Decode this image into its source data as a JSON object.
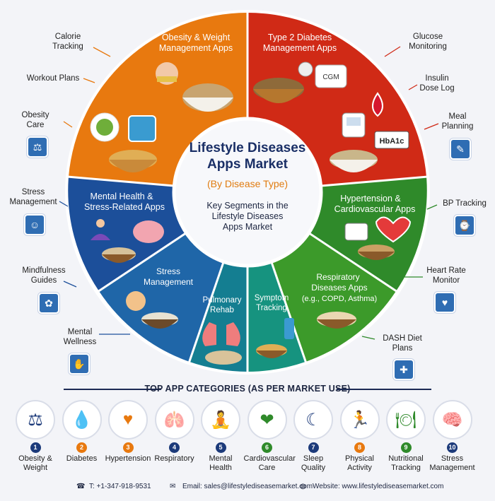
{
  "center": {
    "title_line1": "Lifestyle Diseases",
    "title_line2": "Apps Market",
    "subtitle": "(By Disease Type)",
    "desc_line1": "Key Segments in the",
    "desc_line2": "Lifestyle Diseases",
    "desc_line3": "Apps Market"
  },
  "segments": {
    "obesity": {
      "l1": "Obesity & Weight",
      "l2": "Management Apps",
      "color": "#e8790f"
    },
    "diabetes": {
      "l1": "Type 2 Diabetes",
      "l2": "Management Apps",
      "color": "#d02a16"
    },
    "hypertension": {
      "l1": "Hypertension &",
      "l2": "Cardiovascular Apps",
      "color": "#2f8a2a"
    },
    "respiratory": {
      "l1": "Respiratory",
      "l2": "Diseases Apps",
      "l3": "(e.g., COPD, Asthma)",
      "color": "#3c9a2a"
    },
    "symptom": {
      "l1": "Symptom",
      "l2": "Tracking",
      "color": "#16937f"
    },
    "pulmonary": {
      "l1": "Pulmonary",
      "l2": "Rehab",
      "color": "#147e91"
    },
    "stress": {
      "l1": "Stress",
      "l2": "Management",
      "color": "#1f66a8"
    },
    "mental": {
      "l1": "Mental Health &",
      "l2": "Stress-Related Apps",
      "color": "#1c4f9a"
    },
    "cgm": "CGM",
    "hba1c": "HbA1c"
  },
  "side_labels": {
    "calorie": [
      "Calorie",
      "Tracking"
    ],
    "workout": [
      "Workout Plans"
    ],
    "obesity_care": [
      "Obesity",
      "Care"
    ],
    "stress_mgmt": [
      "Stress",
      "Management"
    ],
    "mindfulness": [
      "Mindfulness",
      "Guides"
    ],
    "mental_wellness": [
      "Mental",
      "Wellness"
    ],
    "glucose": [
      "Glucose",
      "Monitoring"
    ],
    "insulin": [
      "Insulin",
      "Dose Log"
    ],
    "meal": [
      "Meal",
      "Planning"
    ],
    "bp": [
      "BP Tracking"
    ],
    "heart_rate": [
      "Heart Rate",
      "Monitor"
    ],
    "dash": [
      "DASH Diet",
      "Plans"
    ]
  },
  "section_title": "TOP APP CATEGORIES (AS PER MARKET USE)",
  "categories": [
    {
      "num": "1",
      "l1": "Obesity &",
      "l2": "Weight",
      "color": "#1c3a7a",
      "icon": "scale-icon",
      "glyph": "⚖"
    },
    {
      "num": "2",
      "l1": "Diabetes",
      "l2": "",
      "color": "#e8790f",
      "icon": "blood-drop-icon",
      "glyph": "💧"
    },
    {
      "num": "3",
      "l1": "Hypertension",
      "l2": "",
      "color": "#e8790f",
      "icon": "bp-cuff-icon",
      "glyph": "♥"
    },
    {
      "num": "4",
      "l1": "Respiratory",
      "l2": "",
      "color": "#1c3a7a",
      "icon": "lungs-icon",
      "glyph": "🫁"
    },
    {
      "num": "5",
      "l1": "Mental",
      "l2": "Health",
      "color": "#1c3a7a",
      "icon": "meditation-icon",
      "glyph": "🧘"
    },
    {
      "num": "6",
      "l1": "Cardiovascular",
      "l2": "Care",
      "color": "#2f8a2a",
      "icon": "heart-pulse-icon",
      "glyph": "❤"
    },
    {
      "num": "7",
      "l1": "Sleep",
      "l2": "Quality",
      "color": "#1c3a7a",
      "icon": "moon-icon",
      "glyph": "☾"
    },
    {
      "num": "8",
      "l1": "Physical",
      "l2": "Activity",
      "color": "#e8790f",
      "icon": "runner-icon",
      "glyph": "🏃"
    },
    {
      "num": "9",
      "l1": "Nutritional",
      "l2": "Tracking",
      "color": "#2f8a2a",
      "icon": "plate-icon",
      "glyph": "🍽"
    },
    {
      "num": "10",
      "l1": "Stress",
      "l2": "Management",
      "color": "#1c3a7a",
      "icon": "brain-icon",
      "glyph": "🧠"
    }
  ],
  "footer": {
    "phone": "T: +1-347-918-9531",
    "email": "Email: sales@lifestylediseasemarket.com",
    "website": "Website: www.lifestylediseasemarket.com"
  }
}
